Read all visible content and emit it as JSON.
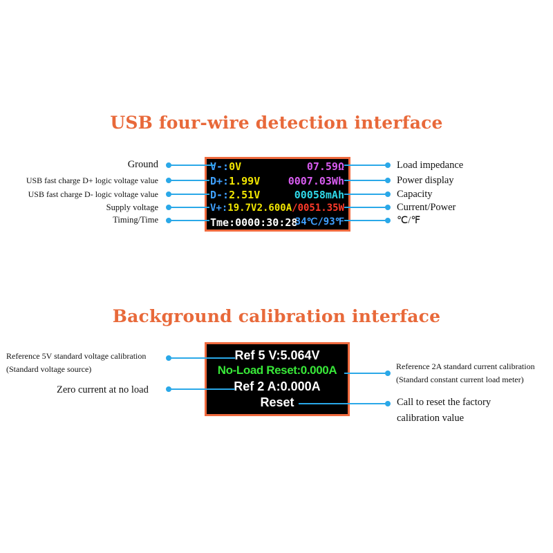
{
  "section1": {
    "title": "USB four-wire detection interface",
    "screen": {
      "vminus_label": "V-:",
      "vminus_value": "0V",
      "impedance": "07.59Ω",
      "dplus_label": "D+:",
      "dplus_value": "1.99V",
      "energy": "0007.03Wh",
      "dminus_label": "D-:",
      "dminus_value": "2.51V",
      "capacity": "00058mAh",
      "vplus_label": "V+:",
      "vplus_value": "19.7V",
      "current": "2.600A",
      "power": "/0051.35W",
      "time_label": "Tme:",
      "time_value": "0000:30:28",
      "temperature": "34℃/93℉"
    },
    "left_labels": [
      "Ground",
      "USB fast charge D+ logic voltage value",
      "USB fast charge D- logic voltage value",
      "Supply voltage",
      "Timing/Time"
    ],
    "right_labels": [
      "Load impedance",
      "Power display",
      "Capacity",
      "Current/Power",
      "℃/℉"
    ]
  },
  "section2": {
    "title": "Background calibration interface",
    "screen": {
      "ref5": "Ref 5 V:5.064V",
      "noload": "No-Load Reset:0.000A",
      "ref2": "Ref 2 A:0.000A",
      "reset": "Reset"
    },
    "left_labels": {
      "ref5_line1": "Reference 5V standard voltage calibration",
      "ref5_line2": "(Standard voltage source)",
      "zero": "Zero current at no load"
    },
    "right_labels": {
      "ref2_line1": "Reference 2A standard current calibration",
      "ref2_line2": "(Standard constant current load meter)",
      "reset_line1": "Call to reset the factory",
      "reset_line2": "calibration value"
    }
  },
  "colors": {
    "title": "#e8693a",
    "border": "#ef6a3e",
    "line": "#2aa8e8",
    "label_blue": "#3fa0ff",
    "yellow": "#f2e600",
    "magenta": "#d85cf0",
    "cyan": "#2fd8e8",
    "red": "#ff3a2a",
    "green": "#38e838",
    "white": "#ffffff"
  }
}
